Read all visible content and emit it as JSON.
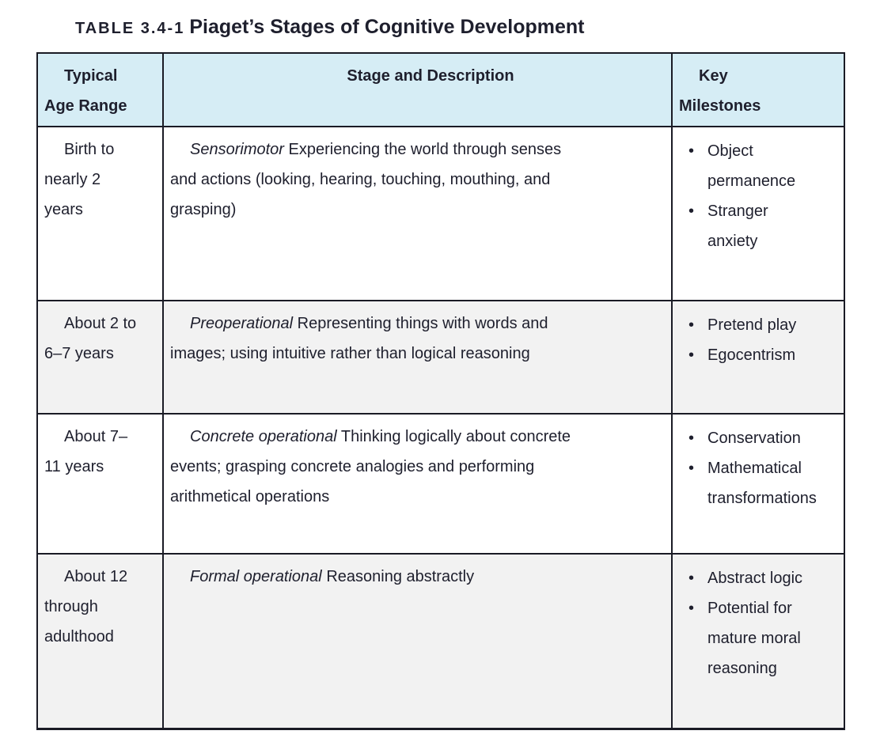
{
  "title": {
    "tag": "TABLE 3.4-1",
    "text": "Piaget’s Stages of Cognitive Development"
  },
  "table": {
    "headers": {
      "age": "Typical Age Range",
      "stage": "Stage and Description",
      "milestones": "Key Milestones"
    },
    "rows": [
      {
        "age": "Birth to nearly 2 years",
        "stage": "Sensorimotor",
        "description": "Experiencing the world through senses and actions (looking, hearing, touching, mouthing, and grasping)",
        "milestones": [
          "Object permanence",
          "Stranger anxiety"
        ]
      },
      {
        "age": "About 2 to 6–7 years",
        "stage": "Preoperational",
        "description": "Representing things with words and images; using intuitive rather than logical reasoning",
        "milestones": [
          "Pretend play",
          "Egocentrism"
        ]
      },
      {
        "age": "About 7–11 years",
        "stage": "Concrete operational",
        "description": "Thinking logically about concrete events; grasping concrete analogies and performing arithmetical operations",
        "milestones": [
          "Conservation",
          "Mathematical transformations"
        ]
      },
      {
        "age": "About 12 through adulthood",
        "stage": "Formal operational",
        "description": "Reasoning abstractly",
        "milestones": [
          "Abstract logic",
          "Potential for mature moral reasoning"
        ]
      }
    ]
  },
  "colors": {
    "text": "#1e1f2d",
    "border": "#1a1b25",
    "header_bg": "#d6edf5",
    "row_alt_bg": "#f2f2f2",
    "page_bg": "#ffffff"
  }
}
